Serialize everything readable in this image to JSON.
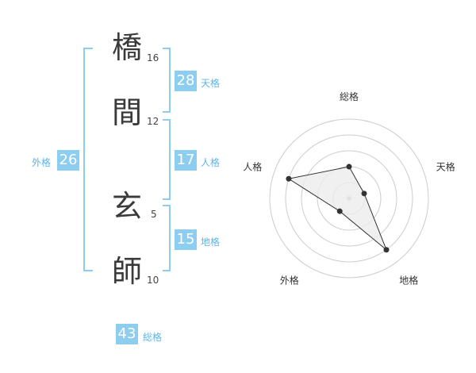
{
  "name": {
    "chars": [
      {
        "char": "橋",
        "strokes": "16"
      },
      {
        "char": "間",
        "strokes": "12"
      },
      {
        "char": "玄",
        "strokes": "5"
      },
      {
        "char": "師",
        "strokes": "10"
      }
    ]
  },
  "fortune": {
    "tenkaku": {
      "value": "28",
      "label": "天格"
    },
    "jinkaku": {
      "value": "17",
      "label": "人格"
    },
    "chikaku": {
      "value": "15",
      "label": "地格"
    },
    "gaikaku": {
      "value": "26",
      "label": "外格"
    },
    "soukaku": {
      "value": "43",
      "label": "総格"
    }
  },
  "radar": {
    "axes": [
      "総格",
      "天格",
      "地格",
      "外格",
      "人格"
    ],
    "values": [
      2,
      1,
      4,
      1,
      4
    ],
    "max": 5
  },
  "colors": {
    "accent": "#8ccdf0",
    "accent_text": "#5bb6e6",
    "radar_fill": "#ececec",
    "radar_line": "#333333",
    "grid": "#cccccc"
  }
}
